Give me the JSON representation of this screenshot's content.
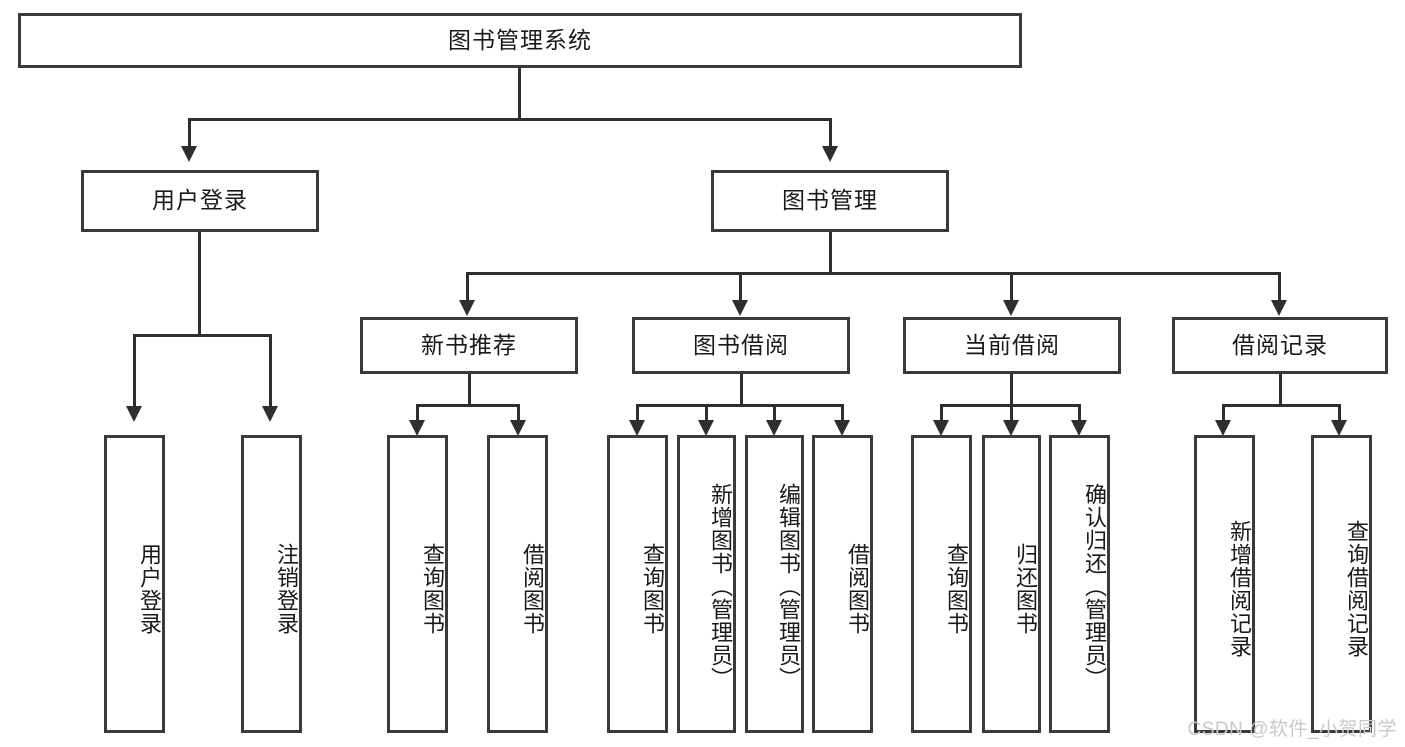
{
  "diagram": {
    "title": "图书管理系统",
    "watermark": "CSDN @软件_小贺同学",
    "root": {
      "label": "图书管理系统"
    },
    "level2": [
      {
        "label": "用户登录"
      },
      {
        "label": "图书管理"
      }
    ],
    "level3": [
      {
        "label": "新书推荐"
      },
      {
        "label": "图书借阅"
      },
      {
        "label": "当前借阅"
      },
      {
        "label": "借阅记录"
      }
    ],
    "leaves": [
      {
        "label": "用户登录"
      },
      {
        "label": "注销登录"
      },
      {
        "label": "查询图书"
      },
      {
        "label": "借阅图书"
      },
      {
        "label": "查询图书"
      },
      {
        "label": "新增图书（管理员）"
      },
      {
        "label": "编辑图书（管理员）"
      },
      {
        "label": "借阅图书"
      },
      {
        "label": "查询图书"
      },
      {
        "label": "归还图书"
      },
      {
        "label": "确认归还（管理员）"
      },
      {
        "label": "新增借阅记录"
      },
      {
        "label": "查询借阅记录"
      }
    ],
    "colors": {
      "stroke": "#3a3a3a",
      "line": "#2e2e2e",
      "background": "#ffffff",
      "text": "#1a1a1a",
      "watermark": "#c9c9c9"
    }
  }
}
